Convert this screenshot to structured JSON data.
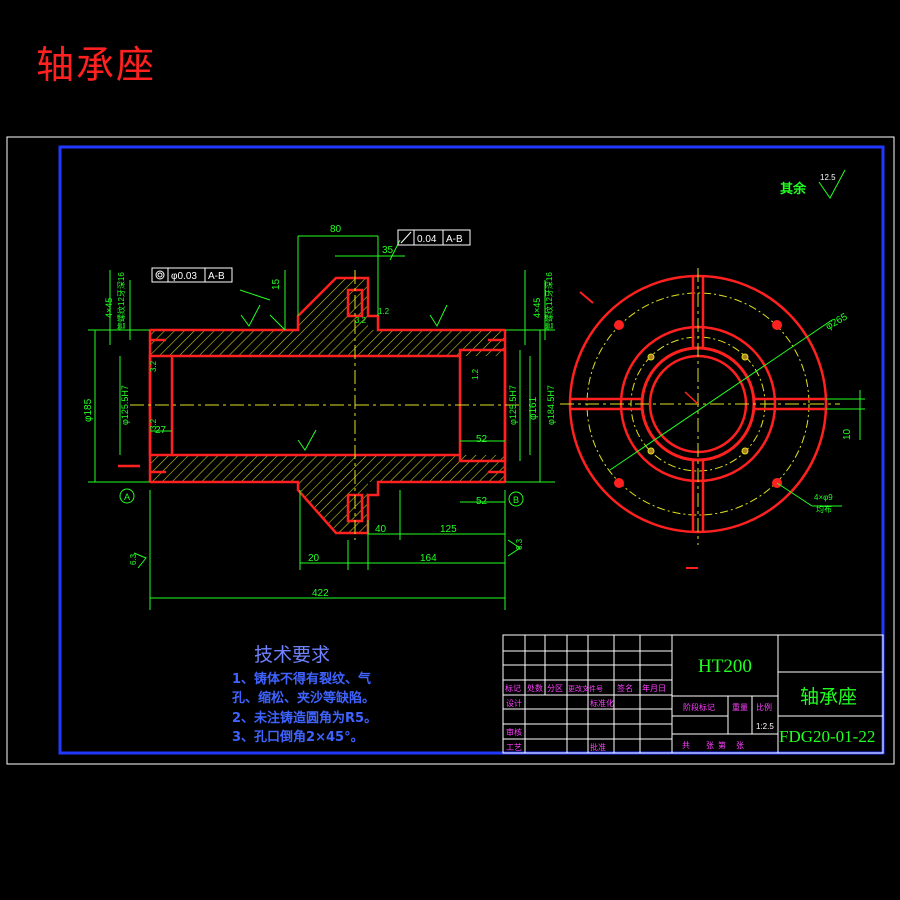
{
  "sheet_title": "轴承座",
  "roughness_other": {
    "label": "其余",
    "value": "12.5"
  },
  "dims": {
    "d80": "80",
    "d35": "35",
    "d15": "15",
    "d4x45a": "4×45",
    "d4x45b": "4×45",
    "thread_a": "管螺纹12牙深16",
    "thread_b": "管螺纹12牙深16",
    "d185": "φ185",
    "d125a": "φ125.5H7",
    "d125b": "φ125.5H7",
    "d161": "φ161",
    "d184": "φ184.5H7",
    "d27": "27",
    "d52a": "52",
    "d52b": "52",
    "d20": "20",
    "d40": "40",
    "d125": "125",
    "d164": "164",
    "d422": "422",
    "d265": "φ265",
    "d10": "10",
    "holes": "4×φ9",
    "holes2": "均布"
  },
  "tolerances": {
    "concentricity": {
      "value": "φ0.03",
      "datum": "A-B"
    },
    "runout": {
      "value": "0.04",
      "datum": "A-B"
    }
  },
  "datums": {
    "a": "A",
    "b": "B"
  },
  "roughness": {
    "r1": "3.2",
    "r2": "3.2",
    "r3": "1.2",
    "r4": "1.2",
    "r5": "6.3",
    "r6": "6.3",
    "r7": "3.2"
  },
  "tech_requirements": {
    "heading": "技术要求",
    "lines": [
      "1、铸体不得有裂纹、气",
      "孔、缩松、夹沙等缺陷。",
      "2、未注铸造圆角为R5。",
      "3、孔口倒角2×45°。"
    ]
  },
  "title_block": {
    "material": "HT200",
    "part_name": "轴承座",
    "drawing_no": "FDG20-01-22",
    "scale": "1:2.5",
    "row_labels": [
      "标记",
      "处数",
      "分区",
      "更改文件号",
      "签名",
      "年月日"
    ],
    "design": "设计",
    "standard": "标准化",
    "check": "审核",
    "process": "工艺",
    "approve": "批准",
    "stage_mark": "阶段标记",
    "weight": "重量",
    "ratio": "比例",
    "sheets": "共",
    "sheet_of": "张",
    "sheet_no": "第",
    "sheet_no2": "张"
  },
  "colors": {
    "outline": "#ff2020",
    "dimension": "#22ff22",
    "border": "#2038ff",
    "hatch": "#e0e020",
    "center": "#e0e020",
    "white": "#ffffff"
  }
}
